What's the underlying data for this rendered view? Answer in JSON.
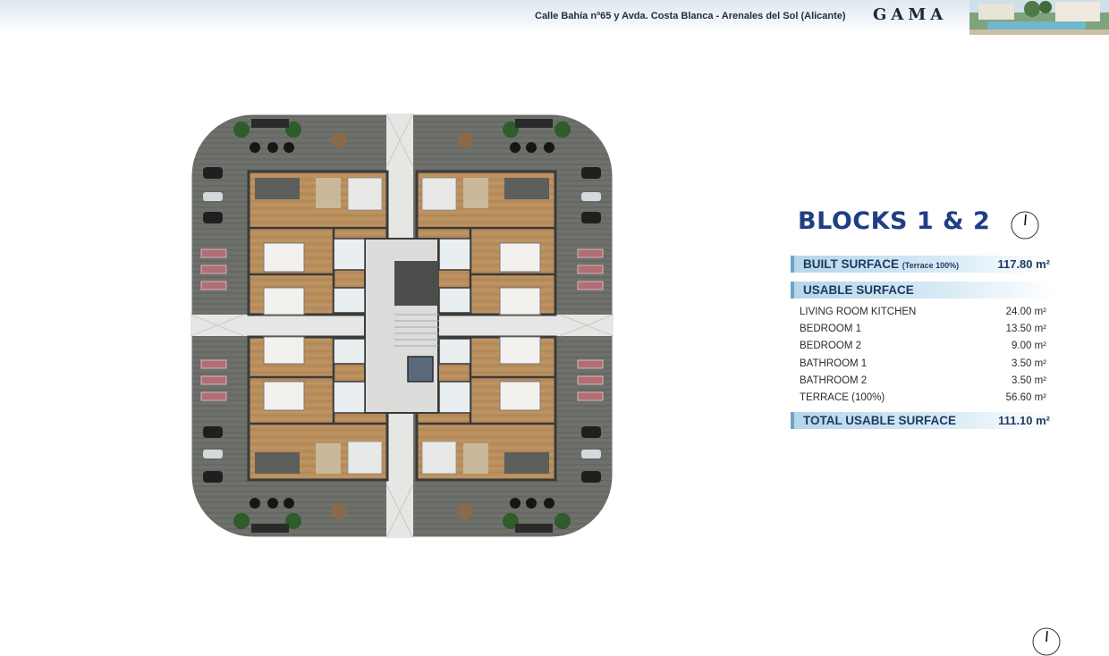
{
  "header": {
    "address": "Calle Bahía nº65 y Avda. Costa Blanca - Arenales del Sol (Alicante)",
    "brand": "GAMA"
  },
  "plan": {
    "title": "BLOCKS 1 & 2"
  },
  "table": {
    "built": {
      "label": "BUILT SURFACE",
      "note": "(Terrace 100%)",
      "value": "117.80 m²"
    },
    "usable_header": "USABLE SURFACE",
    "rows": [
      {
        "label": "LIVING ROOM KITCHEN",
        "value": "24.00 m²"
      },
      {
        "label": "BEDROOM 1",
        "value": "13.50 m²"
      },
      {
        "label": "BEDROOM 2",
        "value": "9.00 m²"
      },
      {
        "label": "BATHROOM 1",
        "value": "3.50 m²"
      },
      {
        "label": "BATHROOM 2",
        "value": "3.50 m²"
      },
      {
        "label": "TERRACE (100%)",
        "value": "56.60 m²"
      }
    ],
    "total": {
      "label": "TOTAL USABLE SURFACE",
      "value": "111.10 m²"
    }
  }
}
